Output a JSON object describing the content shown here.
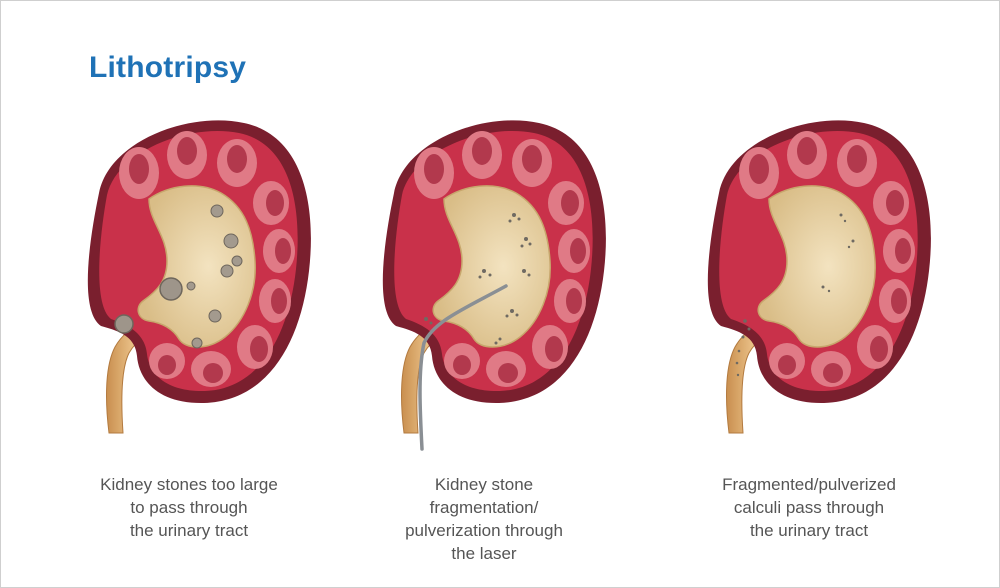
{
  "title": "Lithotripsy",
  "panels": [
    {
      "caption_lines": [
        "Kidney stones too large",
        "to pass through",
        "the urinary tract"
      ]
    },
    {
      "caption_lines": [
        "Kidney stone",
        "fragmentation/",
        "pulverization through",
        "the laser"
      ]
    },
    {
      "caption_lines": [
        "Fragmented/pulverized",
        "calculi pass through",
        "the urinary tract"
      ]
    }
  ],
  "colors": {
    "title": "#1f72b6",
    "capsule_outer": "#7a1f2e",
    "cortex": "#c9314a",
    "medulla": "#e07a86",
    "pelvis": "#e9d3a8",
    "ureter": "#d9a86b",
    "stone": "#9e958a",
    "laser_fiber": "#8a8f94"
  }
}
